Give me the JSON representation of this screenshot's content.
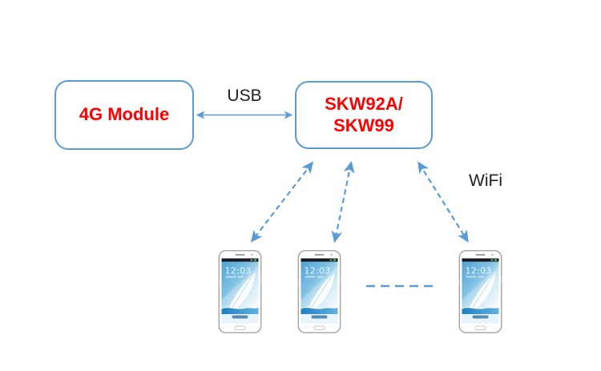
{
  "diagram": {
    "nodes": {
      "module_4g": {
        "label": "4G Module"
      },
      "router": {
        "label_line1": "SKW92A/",
        "label_line2": "SKW99"
      }
    },
    "edges": {
      "usb": {
        "label": "USB",
        "style": "solid-double-arrow"
      },
      "wifi": {
        "label": "WiFi",
        "style": "dashed-double-arrow"
      },
      "ellipsis": {
        "style": "dashed-line"
      }
    },
    "phones": [
      {
        "clock_time": "12:03"
      },
      {
        "clock_time": "12:03"
      },
      {
        "clock_time": "12:03"
      }
    ],
    "colors": {
      "accent_blue": "#5B9BD5",
      "node_text_red": "#FF0000",
      "label_text": "#1F1F1F"
    }
  }
}
